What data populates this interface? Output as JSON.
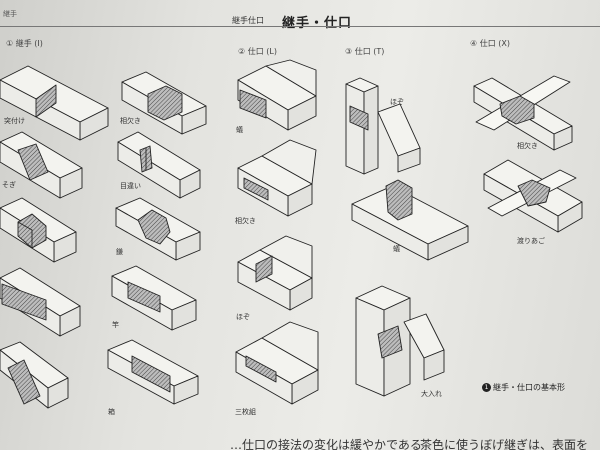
{
  "header": {
    "corner_mark": "継手",
    "small_title": "継手仕口",
    "title": "継手・仕口"
  },
  "sections": {
    "tsugite": "① 継手 (I)",
    "shiguchi_l": "② 仕口 (L)",
    "shiguchi_t": "③ 仕口 (T)",
    "shiguchi_x": "④ 仕口 (X)"
  },
  "labels": {
    "col1": [
      "突付け",
      "そぎ"
    ],
    "col2": [
      "相欠き",
      "目違い",
      "鎌",
      "竿",
      "箱"
    ],
    "col3": [
      "蟻",
      "相欠き",
      "ほぞ",
      "三枚組"
    ],
    "col4": [
      "ほぞ",
      "蟻",
      "大入れ"
    ],
    "col5": [
      "相欠き",
      "渡りあご"
    ]
  },
  "caption": {
    "number": "1",
    "text": "継手・仕口の基本形"
  },
  "bottom": {
    "left": "…仕口の接法の変化は緩やかである",
    "right": "茶色に使うぼげ継ぎは、表面を"
  }
}
